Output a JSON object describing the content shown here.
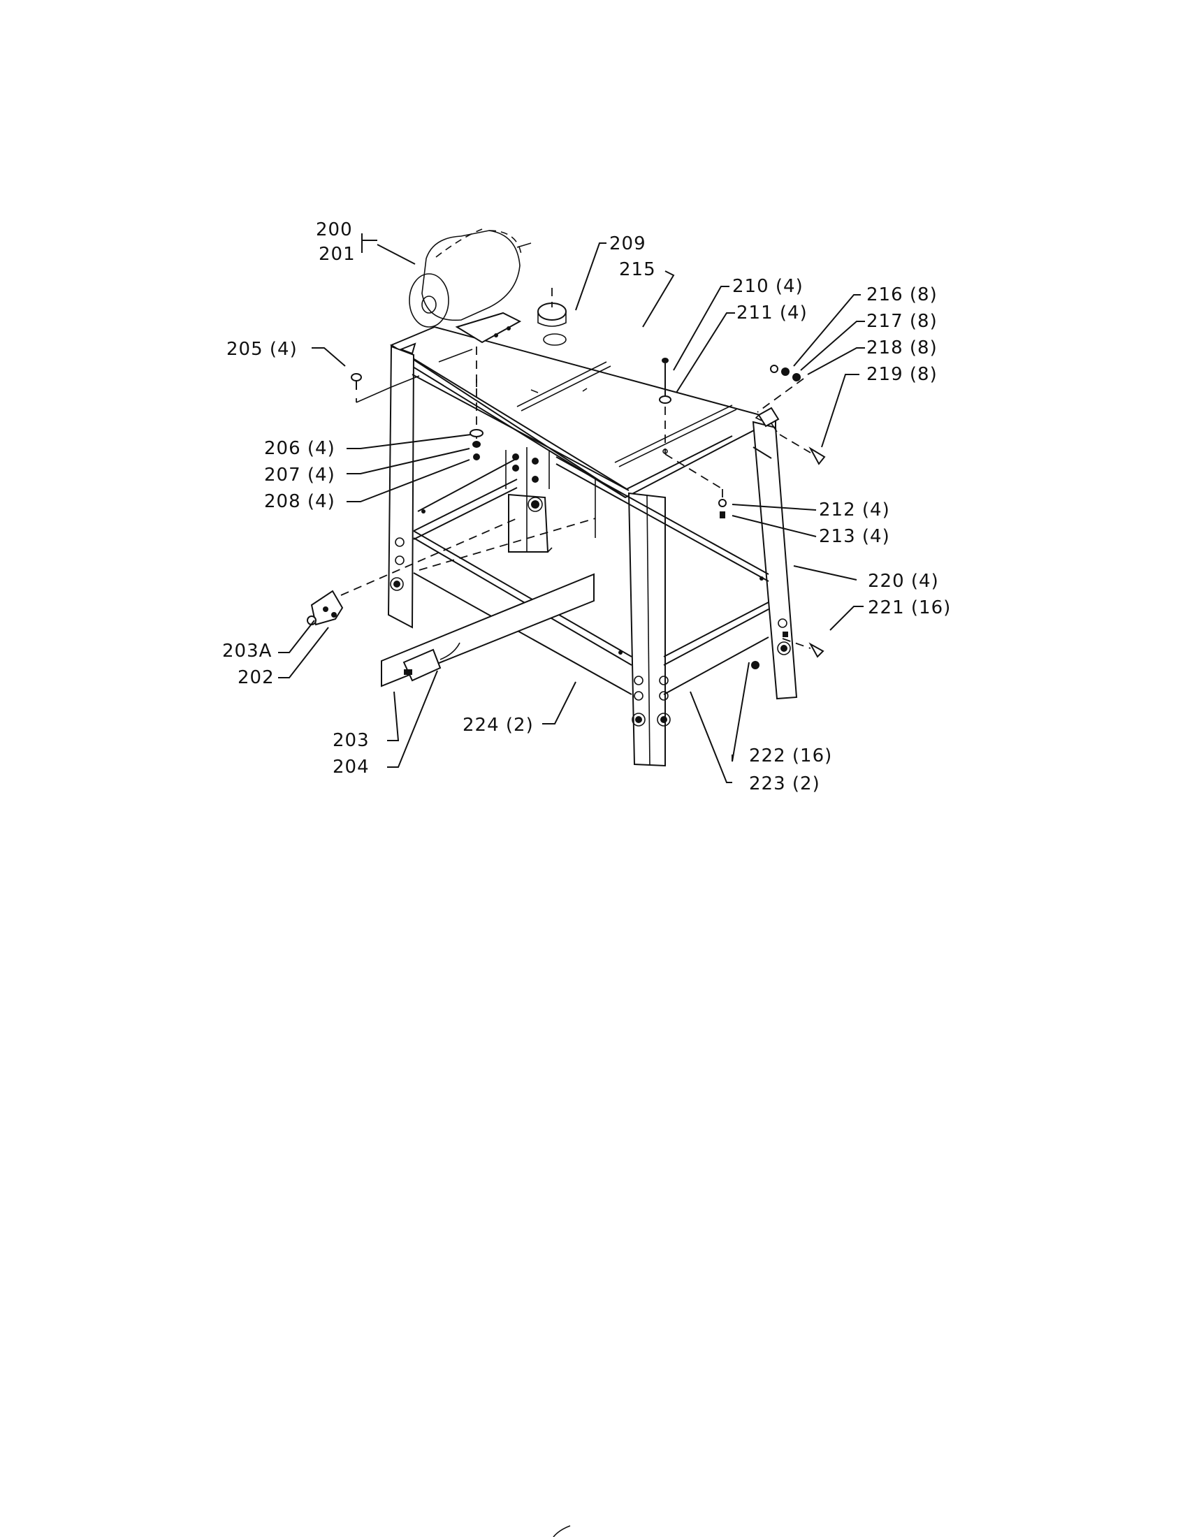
{
  "diagram": {
    "callouts": [
      {
        "id": "200",
        "text": "200"
      },
      {
        "id": "201",
        "text": "201"
      },
      {
        "id": "202",
        "text": "202"
      },
      {
        "id": "203",
        "text": "203"
      },
      {
        "id": "203A",
        "text": "203A"
      },
      {
        "id": "204",
        "text": "204"
      },
      {
        "id": "205",
        "text": "205 (4)"
      },
      {
        "id": "206",
        "text": "206 (4)"
      },
      {
        "id": "207",
        "text": "207 (4)"
      },
      {
        "id": "208",
        "text": "208 (4)"
      },
      {
        "id": "209",
        "text": "209"
      },
      {
        "id": "210",
        "text": "210 (4)"
      },
      {
        "id": "211",
        "text": "211 (4)"
      },
      {
        "id": "212",
        "text": "212 (4)"
      },
      {
        "id": "213",
        "text": "213 (4)"
      },
      {
        "id": "215",
        "text": "215"
      },
      {
        "id": "216",
        "text": "216 (8)"
      },
      {
        "id": "217",
        "text": "217 (8)"
      },
      {
        "id": "218",
        "text": "218 (8)"
      },
      {
        "id": "219",
        "text": "219 (8)"
      },
      {
        "id": "220",
        "text": "220 (4)"
      },
      {
        "id": "221",
        "text": "221 (16)"
      },
      {
        "id": "222",
        "text": "222 (16)"
      },
      {
        "id": "223",
        "text": "223 (2)"
      },
      {
        "id": "224",
        "text": "224 (2)"
      }
    ]
  }
}
